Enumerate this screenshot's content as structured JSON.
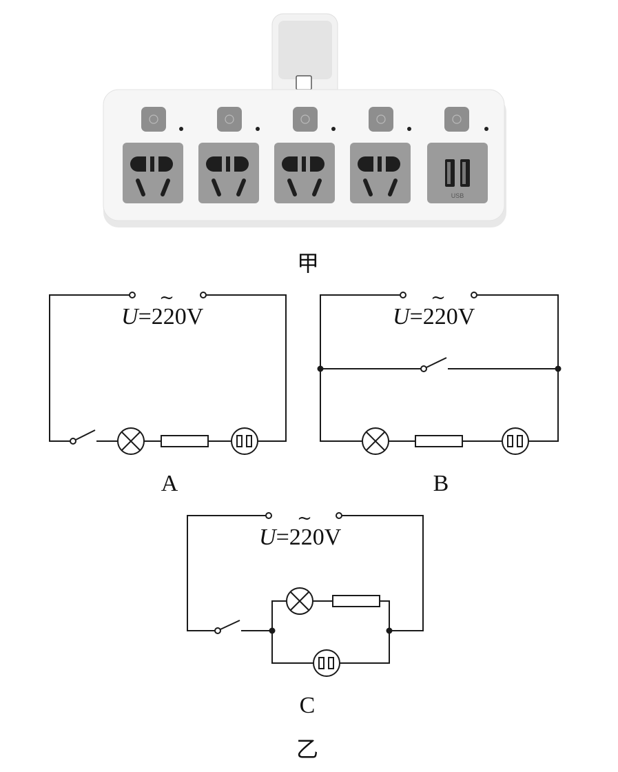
{
  "figure_jia": {
    "caption": "甲",
    "usb_label": "USB"
  },
  "figure_yi": {
    "caption": "乙"
  },
  "circuits": [
    {
      "id": "A",
      "label": "A",
      "voltage_symbol": "U",
      "voltage_text": "=220V",
      "ac_mark": "~"
    },
    {
      "id": "B",
      "label": "B",
      "voltage_symbol": "U",
      "voltage_text": "=220V",
      "ac_mark": "~"
    },
    {
      "id": "C",
      "label": "C",
      "voltage_symbol": "U",
      "voltage_text": "=220V",
      "ac_mark": "~"
    }
  ],
  "colors": {
    "line": "#1a1a1a",
    "strip_body": "#f4f4f4",
    "socket_gray": "#9a9a9a",
    "button_gray": "#8c8c8c"
  }
}
